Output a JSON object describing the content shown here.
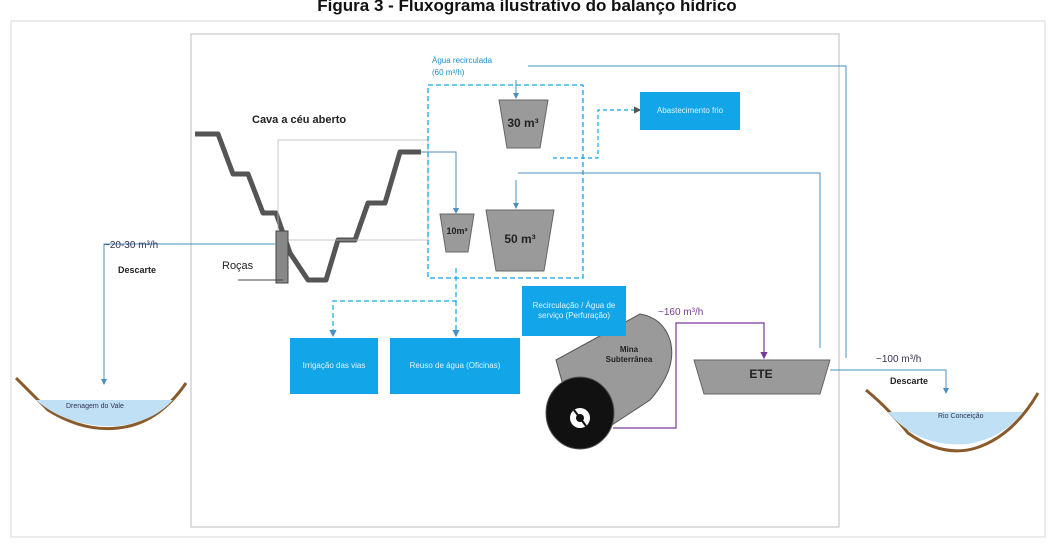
{
  "title": "Figura 3 - Fluxograma ilustrativo do balanço hídrico",
  "pit_title": "Cava a céu aberto",
  "rocas_label": "Roças",
  "recirculated": {
    "label": "Água recirculada",
    "flow": "(60 m³/h)"
  },
  "tanks": {
    "t30": "30 m³",
    "t10": "10m³",
    "t50": "50 m³"
  },
  "boxes": {
    "supply": "Abastecimento frio",
    "irrigation": "Irrigação das vias",
    "washing": "Reuso de água (Oficinas)",
    "recirculation": "Recirculação / Água de serviço (Perfuração)"
  },
  "mine": "Mina Subterrânea",
  "ete": "ETE",
  "left_flow": {
    "value": "~20-30 m³/h",
    "label": "Descarte"
  },
  "mid_flow": "~160 m³/h",
  "right_flow": {
    "value": "~100 m³/h",
    "label": "Descarte"
  },
  "left_river": "Drenagem do Vale",
  "right_river": "Rio Conceição",
  "colors": {
    "blue": "#12a6e8",
    "purple": "#7a3a9a",
    "gray": "#9a9a9a",
    "line": "#4a90c2"
  }
}
